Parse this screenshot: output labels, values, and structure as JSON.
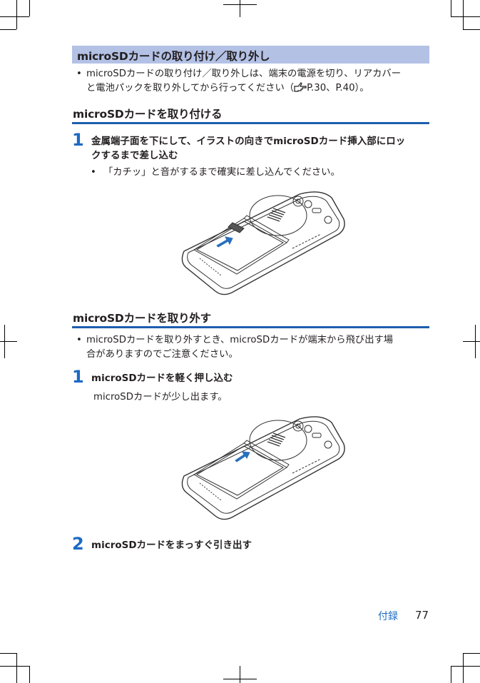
{
  "page": {
    "section_band_title": "microSDカードの取り付け／取り外し",
    "intro_bullet": {
      "line1": "microSDカードの取り付け／取り外しは、端末の電源を切り、リアカバー",
      "line2_pre": "と電池パックを取り外してから行ってください（",
      "ref_icon": "pointing-hand-reference-icon",
      "line2_post": "P.30、P.40）。"
    },
    "install": {
      "heading": "microSDカードを取り付ける",
      "step1": {
        "number": "1",
        "line1": "金属端子面を下にして、イラストの向きでmicroSDカード挿入部にロッ",
        "line2": "クするまで差し込む",
        "bullet": "「カチッ」と音がするまで確実に差し込んでください。"
      },
      "illustration": "phone-back-insert-microsd-card"
    },
    "remove": {
      "heading": "microSDカードを取り外す",
      "bullet_line1": "microSDカードを取り外すとき、microSDカードが端末から飛び出す場",
      "bullet_line2": "合がありますのでご注意ください。",
      "step1": {
        "number": "1",
        "text": "microSDカードを軽く押し込む",
        "note": "microSDカードが少し出ます。"
      },
      "illustration": "phone-back-push-microsd-card",
      "step2": {
        "number": "2",
        "text": "microSDカードをまっすぐ引き出す"
      }
    },
    "footer": {
      "section": "付録",
      "page_number": "77"
    },
    "colors": {
      "band": "#b3c1e5",
      "accent_blue": "#1d5eae",
      "step_number": "#1d6ac3",
      "arrow": "#2a6fbd"
    }
  }
}
